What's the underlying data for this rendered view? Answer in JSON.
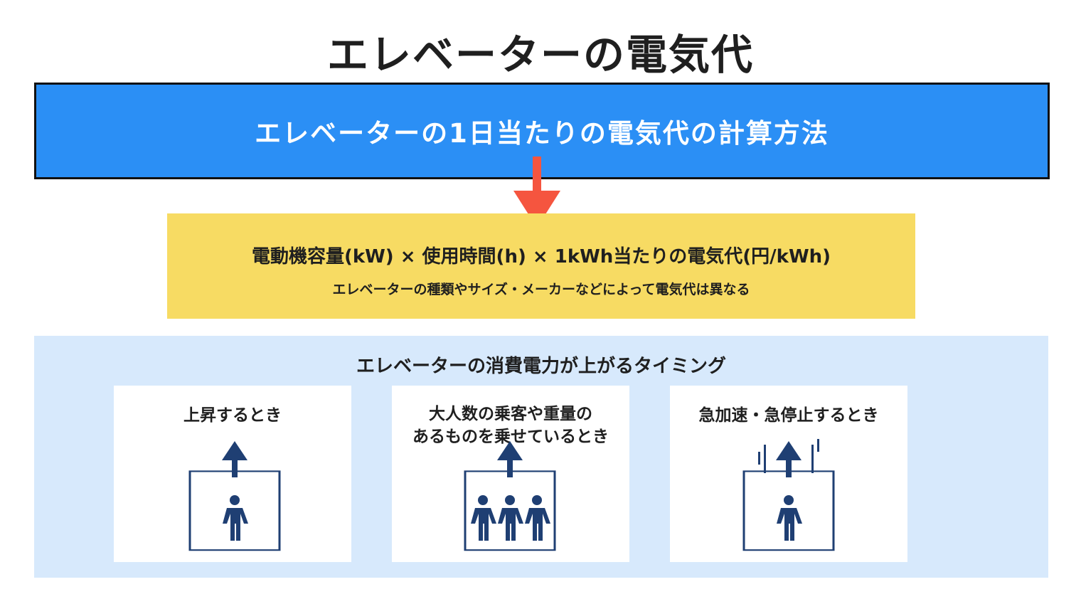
{
  "title": "エレベーターの電気代",
  "method": {
    "heading": "エレベーターの1日当たりの電気代の計算方法"
  },
  "formula": {
    "main": "電動機容量(kW) × 使用時間(h) × 1kWh当たりの電気代(円/kWh)",
    "note": "エレベーターの種類やサイズ・メーカーなどによって電気代は異なる"
  },
  "timing": {
    "heading": "エレベーターの消費電力が上がるタイミング",
    "cards": [
      {
        "lines": [
          "上昇するとき"
        ],
        "icon": "elevator-up-single-person-icon"
      },
      {
        "lines": [
          "大人数の乗客や重量の",
          "あるものを乗せているとき"
        ],
        "icon": "elevator-up-three-people-icon"
      },
      {
        "lines": [
          "急加速・急停止するとき"
        ],
        "icon": "elevator-fast-motion-icon"
      }
    ]
  },
  "colors": {
    "method_bg": "#2b8ff5",
    "arrow": "#f5553f",
    "formula_bg": "#f7db63",
    "timing_bg": "#d7e9fc",
    "icon": "#1f3f73"
  }
}
